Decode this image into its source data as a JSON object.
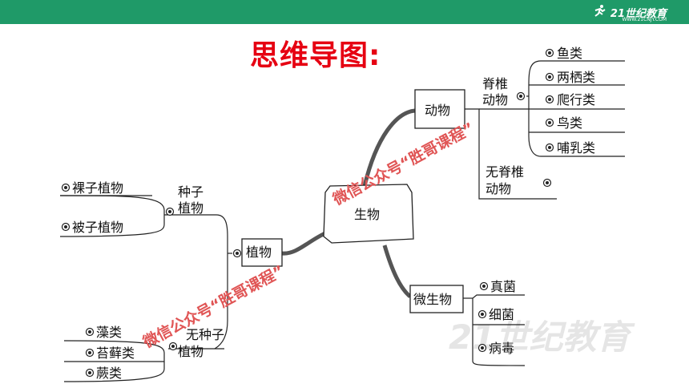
{
  "title": "思维导图:",
  "logo": {
    "text": "21世纪教育",
    "sub": "WWW.21CNJY.COM"
  },
  "center": "生物",
  "branches": {
    "animal": "动物",
    "plant": "植物",
    "microbe": "微生物"
  },
  "animal": {
    "vertebrate": [
      "脊椎",
      "动物"
    ],
    "vertebrate_items": [
      "鱼类",
      "两栖类",
      "爬行类",
      "鸟类",
      "哺乳类"
    ],
    "invertebrate": [
      "无脊椎",
      "动物"
    ]
  },
  "plant": {
    "seed": [
      "种子",
      "植物"
    ],
    "seed_items": [
      "裸子植物",
      "被子植物"
    ],
    "seedless": [
      "无种子",
      "植物"
    ],
    "seedless_items": [
      "藻类",
      "苔藓类",
      "蕨类"
    ]
  },
  "microbe_items": [
    "真菌",
    "细菌",
    "病毒"
  ],
  "watermarks": [
    "微信公众号“胜哥课程”",
    "微信公众号“胜哥课程”"
  ],
  "bg_watermark": "21世纪教育"
}
